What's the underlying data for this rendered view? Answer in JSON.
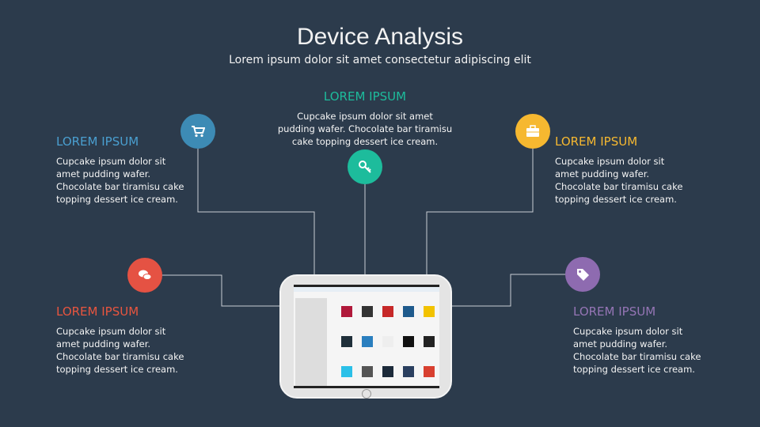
{
  "header": {
    "title": "Device Analysis",
    "subtitle": "Lorem ipsum dolor sit amet consectetur adipiscing elit"
  },
  "items": [
    {
      "heading": "LOREM IPSUM",
      "text": "Cupcake ipsum dolor sit amet pudding wafer. Chocolate bar tiramisu cake topping dessert ice cream.",
      "color": "#4a9fd0",
      "icon": "shopping-cart-icon"
    },
    {
      "heading": "LOREM IPSUM",
      "text": "Cupcake ipsum dolor sit amet pudding wafer. Chocolate bar tiramisu cake topping dessert ice cream.",
      "color": "#1dbc9c",
      "icon": "key-icon"
    },
    {
      "heading": "LOREM IPSUM",
      "text": "Cupcake ipsum dolor sit amet pudding wafer. Chocolate bar tiramisu cake topping dessert ice cream.",
      "color": "#f6b830",
      "icon": "briefcase-icon"
    },
    {
      "heading": "LOREM IPSUM",
      "text": "Cupcake ipsum dolor sit amet pudding wafer. Chocolate bar tiramisu cake topping dessert ice cream.",
      "color": "#e8553f",
      "icon": "chat-bubbles-icon"
    },
    {
      "heading": "LOREM IPSUM",
      "text": "Cupcake ipsum dolor sit amet pudding wafer. Chocolate bar tiramisu cake topping dessert ice cream.",
      "color": "#9575b5",
      "icon": "tag-icon"
    }
  ],
  "circle_colors": [
    "#3d8bb5",
    "#1dbc9c",
    "#f6b830",
    "#e55243",
    "#8e6bb0"
  ]
}
